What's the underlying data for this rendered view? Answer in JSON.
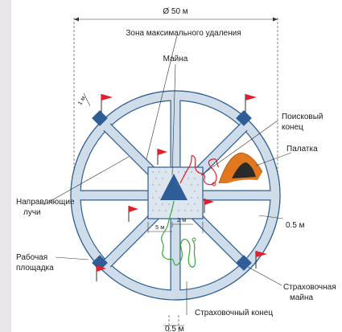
{
  "labels": {
    "diameter": "Ø 50 м",
    "max_distance_zone": "Зона максимального удаления",
    "maina": "Майна",
    "search_end_l1": "Поисковый",
    "search_end_l2": "конец",
    "tent": "Палатка",
    "guide_lines_l1": "Направляющие",
    "guide_lines_l2": "лучи",
    "work_area_l1": "Рабочая",
    "work_area_l2": "площадка",
    "safety_hole_l1": "Страховочная",
    "safety_hole_l2": "майна",
    "safety_end": "Страховочный конец",
    "dim_1m": "1 м",
    "dim_2m": "2 м",
    "dim_5m": "5 м",
    "dim_05m_right": "0.5 м",
    "dim_05m_bottom": "0.5 м"
  },
  "icons": [
    "flag-icon",
    "tent-icon",
    "hole-icon"
  ],
  "colors": {
    "ice_band": "#cfdcea",
    "band_stroke": "#2d5e91",
    "hole_square": "#2f5d98",
    "flag": "#e0202a",
    "search_line": "#e0202a",
    "safety_line": "#3aa83a",
    "tent": "#e2781e"
  }
}
